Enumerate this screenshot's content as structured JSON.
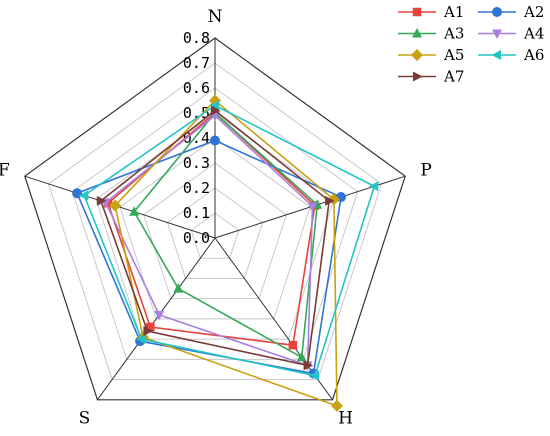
{
  "chart_data": {
    "type": "radar",
    "axes": [
      "N",
      "P",
      "H",
      "S",
      "F"
    ],
    "rlim": [
      0,
      0.8
    ],
    "ticks": [
      "0.0",
      "0.1",
      "0.2",
      "0.3",
      "0.4",
      "0.5",
      "0.6",
      "0.7",
      "0.8"
    ],
    "grid": true,
    "legend_position": "top-right",
    "series": [
      {
        "name": "A1",
        "color": "#e8423b",
        "marker": "square",
        "values": [
          0.5,
          0.42,
          0.53,
          0.44,
          0.45
        ]
      },
      {
        "name": "A2",
        "color": "#2f75d6",
        "marker": "circle",
        "values": [
          0.39,
          0.53,
          0.67,
          0.51,
          0.58
        ]
      },
      {
        "name": "A3",
        "color": "#36a85a",
        "marker": "triangle-up",
        "values": [
          0.5,
          0.43,
          0.59,
          0.25,
          0.34
        ]
      },
      {
        "name": "A4",
        "color": "#a97fe0",
        "marker": "triangle-down",
        "values": [
          0.49,
          0.41,
          0.63,
          0.38,
          0.46
        ]
      },
      {
        "name": "A5",
        "color": "#c9a010",
        "marker": "diamond",
        "values": [
          0.55,
          0.5,
          0.83,
          0.49,
          0.42
        ]
      },
      {
        "name": "A6",
        "color": "#22c4c4",
        "marker": "triangle-left",
        "values": [
          0.53,
          0.67,
          0.68,
          0.5,
          0.55
        ]
      },
      {
        "name": "A7",
        "color": "#7a3a35",
        "marker": "triangle-right",
        "values": [
          0.51,
          0.48,
          0.63,
          0.46,
          0.48
        ]
      }
    ]
  }
}
